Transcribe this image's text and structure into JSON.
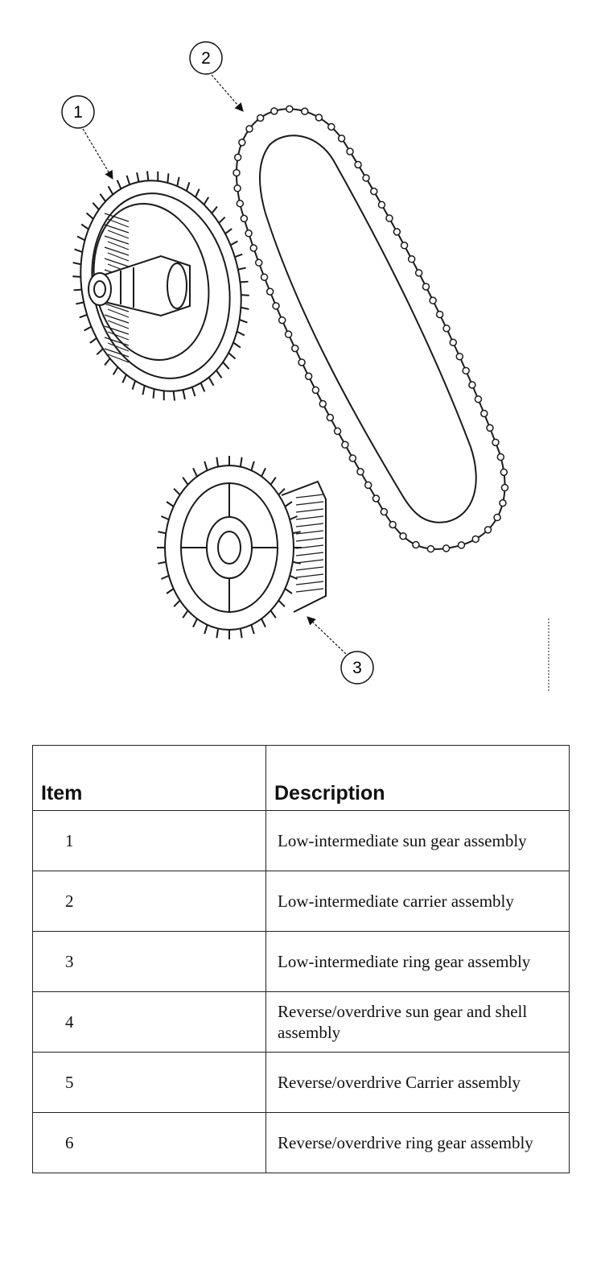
{
  "callouts": [
    "1",
    "2",
    "3"
  ],
  "table": {
    "headers": {
      "item": "Item",
      "description": "Description"
    },
    "rows": [
      {
        "item": "1",
        "description": "Low-intermediate sun gear assembly"
      },
      {
        "item": "2",
        "description": "Low-intermediate carrier assembly"
      },
      {
        "item": "3",
        "description": "Low-intermediate ring gear assembly"
      },
      {
        "item": "4",
        "description": "Reverse/overdrive sun gear and shell assembly"
      },
      {
        "item": "5",
        "description": "Reverse/overdrive Carrier assembly"
      },
      {
        "item": "6",
        "description": "Reverse/overdrive ring gear assembly"
      }
    ]
  },
  "colors": {
    "line": "#1a1a1a",
    "background": "#ffffff"
  }
}
